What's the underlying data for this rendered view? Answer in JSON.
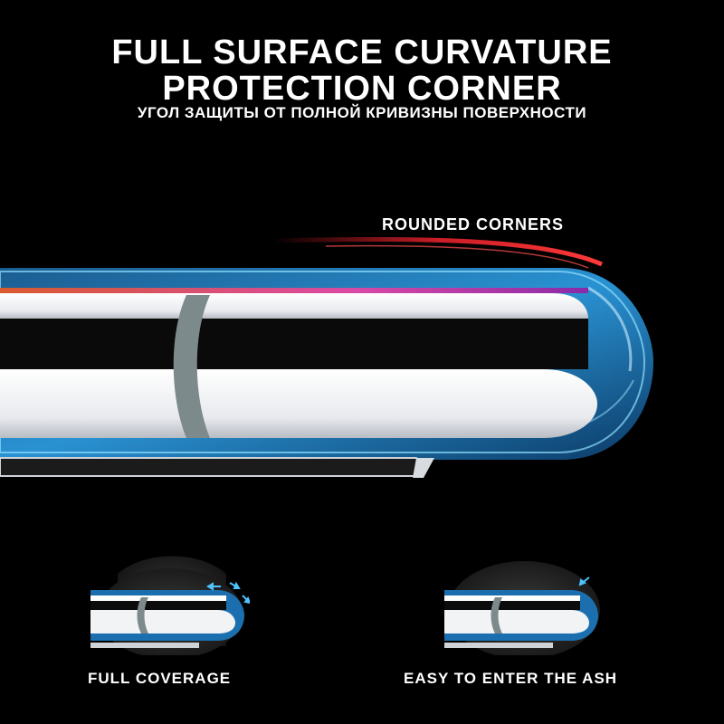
{
  "headline": {
    "line1": "FULL SURFACE CURVATURE",
    "line2": "PROTECTION CORNER",
    "subtitle_ru": "УГОЛ ЗАЩИТЫ ОТ ПОЛНОЙ КРИВИЗНЫ ПОВЕРХНОСТИ"
  },
  "callout": {
    "rounded_corners": "ROUNDED CORNERS"
  },
  "features": [
    {
      "label": "FULL COVERAGE",
      "icon": "full-coverage-edge-icon"
    },
    {
      "label": "EASY TO ENTER THE ASH",
      "icon": "ash-entry-edge-icon"
    }
  ],
  "colors": {
    "background": "#000000",
    "accent_red": "#e0202a",
    "glass_blue": "#2aa9e0",
    "text": "#ffffff"
  }
}
